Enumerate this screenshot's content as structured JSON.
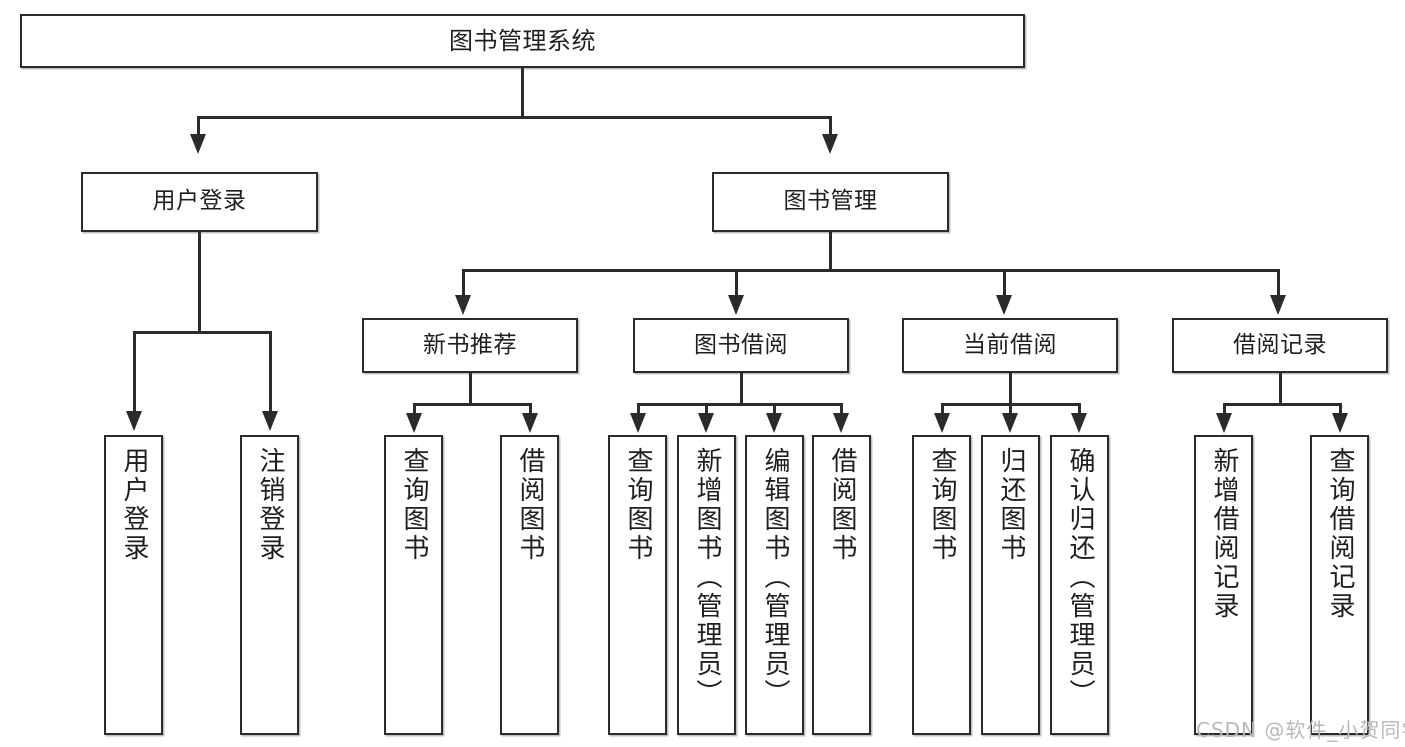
{
  "diagram": {
    "type": "tree",
    "title": "图书管理系统",
    "root": {
      "label": "图书管理系统"
    },
    "level2": [
      {
        "label": "用户登录"
      },
      {
        "label": "图书管理"
      }
    ],
    "level3": [
      {
        "label": "新书推荐"
      },
      {
        "label": "图书借阅"
      },
      {
        "label": "当前借阅"
      },
      {
        "label": "借阅记录"
      }
    ],
    "leaves": {
      "user_login": [
        {
          "label": "用户登录"
        },
        {
          "label": "注销登录"
        }
      ],
      "new_book_recommend": [
        {
          "label": "查询图书"
        },
        {
          "label": "借阅图书"
        }
      ],
      "book_borrow": [
        {
          "label": "查询图书"
        },
        {
          "label": "新增图书（管理员）"
        },
        {
          "label": "编辑图书（管理员）"
        },
        {
          "label": "借阅图书"
        }
      ],
      "current_borrow": [
        {
          "label": "查询图书"
        },
        {
          "label": "归还图书"
        },
        {
          "label": "确认归还（管理员）"
        }
      ],
      "borrow_record": [
        {
          "label": "新增借阅记录"
        },
        {
          "label": "查询借阅记录"
        }
      ]
    }
  },
  "watermark": {
    "text": "CSDN @软件_小贺同学"
  },
  "colors": {
    "line": "#2b2b2b",
    "box_border": "#2b2b2b",
    "box_fill": "#ffffff",
    "text": "#1f1f1f",
    "watermark": "#b9b9b9"
  }
}
